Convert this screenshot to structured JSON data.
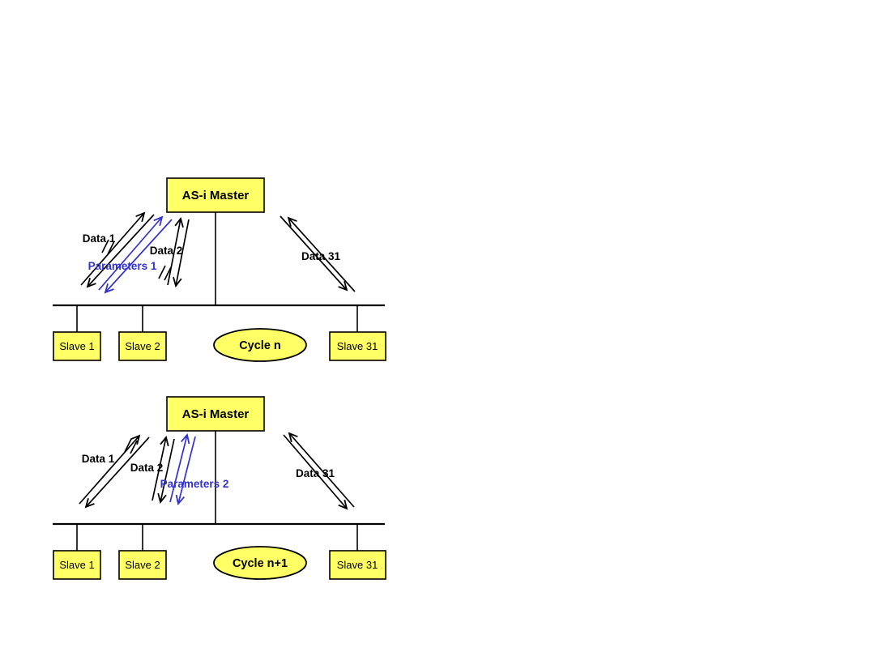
{
  "colors": {
    "node_fill": "#FFFF66",
    "node_border": "#000000",
    "param_blue": "#3333CC",
    "line_black": "#000000"
  },
  "diagrams": [
    {
      "master": "AS-i Master",
      "cycle": "Cycle n",
      "slaves": [
        "Slave 1",
        "Slave 2",
        "Slave 31"
      ],
      "flows": {
        "data1": "Data 1",
        "data2": "Data 2",
        "params": "Parameters 1",
        "data31": "Data 31"
      }
    },
    {
      "master": "AS-i Master",
      "cycle": "Cycle n+1",
      "slaves": [
        "Slave 1",
        "Slave 2",
        "Slave 31"
      ],
      "flows": {
        "data1": "Data 1",
        "data2": "Data 2",
        "params": "Parameters 2",
        "data31": "Data 31"
      }
    }
  ]
}
